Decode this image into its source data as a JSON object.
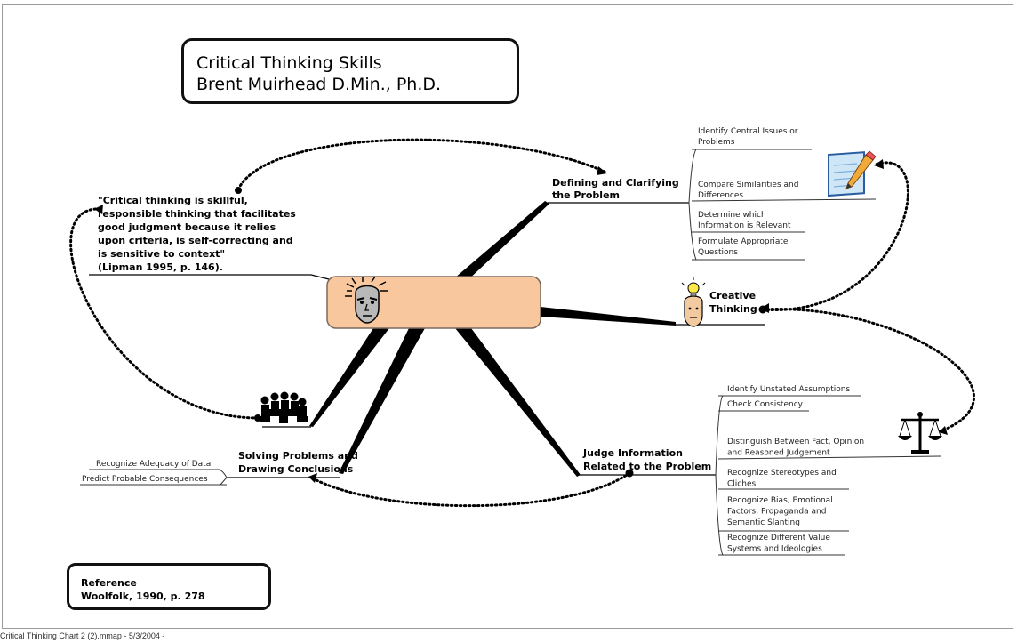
{
  "title": {
    "line1": "Critical Thinking Skills",
    "line2": "Brent Muirhead D.Min., Ph.D."
  },
  "quote": [
    "\"Critical thinking is skillful,",
    "responsible thinking that facilitates",
    "good judgment because it relies",
    "upon criteria, is self-correcting and",
    "is sensitive to context\"",
    "(Lipman 1995, p. 146)."
  ],
  "branches": {
    "defining": {
      "label": [
        "Defining and Clarifying",
        "the Problem"
      ],
      "items": [
        [
          "Identify Central Issues or",
          "Problems"
        ],
        [
          "Compare Similarities and",
          "Differences"
        ],
        [
          "Determine which",
          "Information is Relevant"
        ],
        [
          "Formulate Appropriate",
          "Questions"
        ]
      ]
    },
    "creative": {
      "label": [
        "Creative",
        "Thinking"
      ]
    },
    "judge": {
      "label": [
        "Judge Information",
        "Related to the Problem"
      ],
      "items": [
        [
          "Identify Unstated Assumptions"
        ],
        [
          "Check Consistency"
        ],
        [
          "Distinguish Between Fact, Opinion",
          "and Reasoned Judgement"
        ],
        [
          "Recognize Stereotypes and",
          "Cliches"
        ],
        [
          "Recognize Bias, Emotional",
          "Factors, Propaganda and",
          "Semantic Slanting"
        ],
        [
          "Recognize Different Value",
          "Systems and Ideologies"
        ]
      ]
    },
    "solving": {
      "label": [
        "Solving Problems and",
        "Drawing Conclusions"
      ],
      "items": [
        [
          "Recognize Adequacy of Data"
        ],
        [
          "Predict Probable Consequences"
        ]
      ]
    }
  },
  "reference": {
    "line1": "Reference",
    "line2": "Woolfolk, 1990, p. 278"
  },
  "footer": "Critical Thinking Chart 2 (2).mmap - 5/3/2004 -",
  "colors": {
    "center_fill": "#f9c79d",
    "center_stroke": "#7a6a5e",
    "line": "#000000",
    "sub_line": "#333333"
  },
  "icons": {
    "center": "head-thinking-icon",
    "defining": "notepad-pencil-icon",
    "creative": "lightbulb-head-icon",
    "judge": "scales-icon",
    "solving": "team-meeting-icon"
  }
}
